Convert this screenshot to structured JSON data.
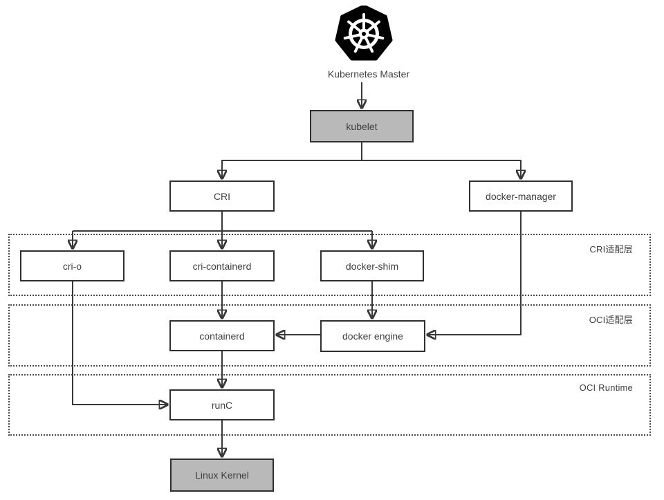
{
  "diagram": {
    "title": "Kubernetes Master",
    "logo_icon": "kubernetes-helm-wheel",
    "nodes": {
      "kubelet": {
        "label": "kubelet"
      },
      "cri": {
        "label": "CRI"
      },
      "docker_manager": {
        "label": "docker-manager"
      },
      "cri_o": {
        "label": "cri-o"
      },
      "cri_containerd": {
        "label": "cri-containerd"
      },
      "docker_shim": {
        "label": "docker-shim"
      },
      "containerd": {
        "label": "containerd"
      },
      "docker_engine": {
        "label": "docker engine"
      },
      "runc": {
        "label": "runC"
      },
      "linux_kernel": {
        "label": "Linux Kernel"
      }
    },
    "regions": {
      "cri_layer": {
        "label": "CRI适配层"
      },
      "oci_layer": {
        "label": "OCI适配层"
      },
      "oci_runtime": {
        "label": "OCI Runtime"
      }
    },
    "colors": {
      "highlight_node_fill": "#b9b9b9",
      "node_fill": "#ffffff",
      "node_border": "#2f2f2f",
      "connector": "#383838",
      "region_border": "#4a4a4a",
      "text": "#3f3f3f",
      "logo": "#000000"
    }
  }
}
